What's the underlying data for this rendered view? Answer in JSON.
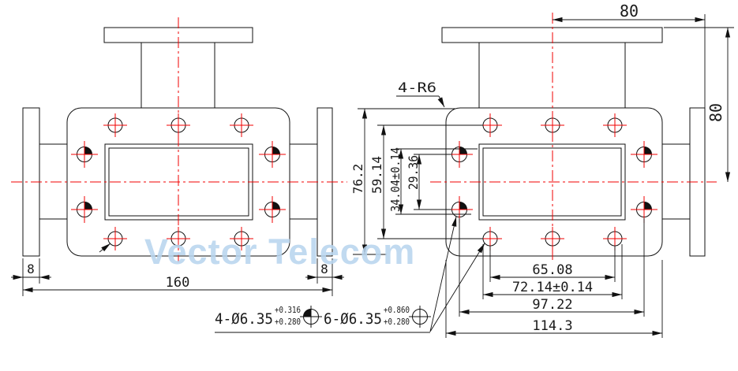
{
  "watermark": {
    "text": "Vector Telecom",
    "color": "#b9d5ef"
  },
  "annotations": {
    "corner_radius": "4-R6"
  },
  "hole_note": {
    "group1_qty_dia": "4-Ø6.35",
    "group1_tol_upper": "+0.316",
    "group1_tol_lower": "+0.280",
    "group2_qty_dia": "6-Ø6.35",
    "group2_tol_upper": "+0.860",
    "group2_tol_lower": "+0.280"
  },
  "dimensions": {
    "left_view": {
      "flange_thickness_left": "8",
      "flange_thickness_right": "8",
      "overall_length": "160"
    },
    "right_view": {
      "top_port_offset": "80",
      "side_port_height": "80",
      "flange_height": "76.2",
      "hole_rows_spacing": "59.14",
      "aperture_height_tol": "34.04±0.14",
      "side_hole_spacing_v": "29.36",
      "hole_span_inner": "65.08",
      "hole_span_mid": "72.14±0.14",
      "side_hole_span": "97.22",
      "flange_length": "114.3"
    }
  },
  "colors": {
    "line": "#111111",
    "centerline": "#f20000",
    "watermark": "#b9d5ef"
  }
}
